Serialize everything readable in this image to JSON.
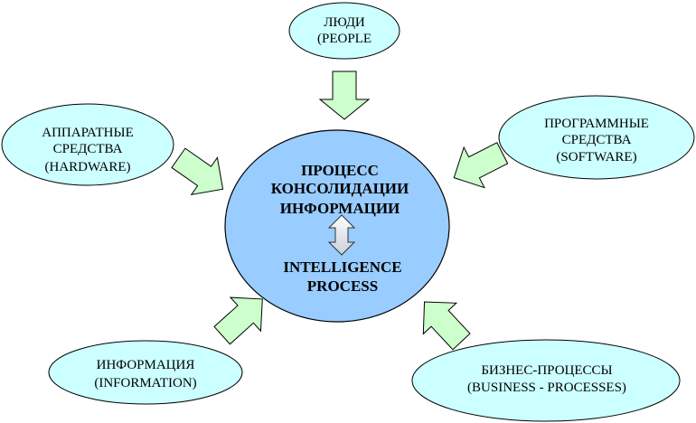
{
  "center": {
    "line1": "ПРОЦЕСС",
    "line2": "КОНСОЛИДАЦИИ",
    "line3": "ИНФОРМАЦИИ",
    "line4": "INTELLIGENCE",
    "line5": "PROCESS"
  },
  "nodes": {
    "people": {
      "line1": "ЛЮДИ",
      "line2": "(PEOPLE"
    },
    "hardware": {
      "line1": "АППАРАТНЫЕ",
      "line2": "СРЕДСТВА",
      "line3": "(HARDWARE)"
    },
    "software": {
      "line1": "ПРОГРАММНЫЕ",
      "line2": "СРЕДСТВА",
      "line3": "(SOFTWARE)"
    },
    "information": {
      "line1": "ИНФОРМАЦИЯ",
      "line2": "(INFORMATION)"
    },
    "business": {
      "line1": "БИЗНЕС-ПРОЦЕССЫ",
      "line2": "(BUSINESS - PROCESSES)"
    }
  },
  "colors": {
    "center_fill": "#99ccff",
    "node_fill": "#ccffff",
    "arrow_fill": "#ccffcc",
    "outline": "#000000"
  }
}
